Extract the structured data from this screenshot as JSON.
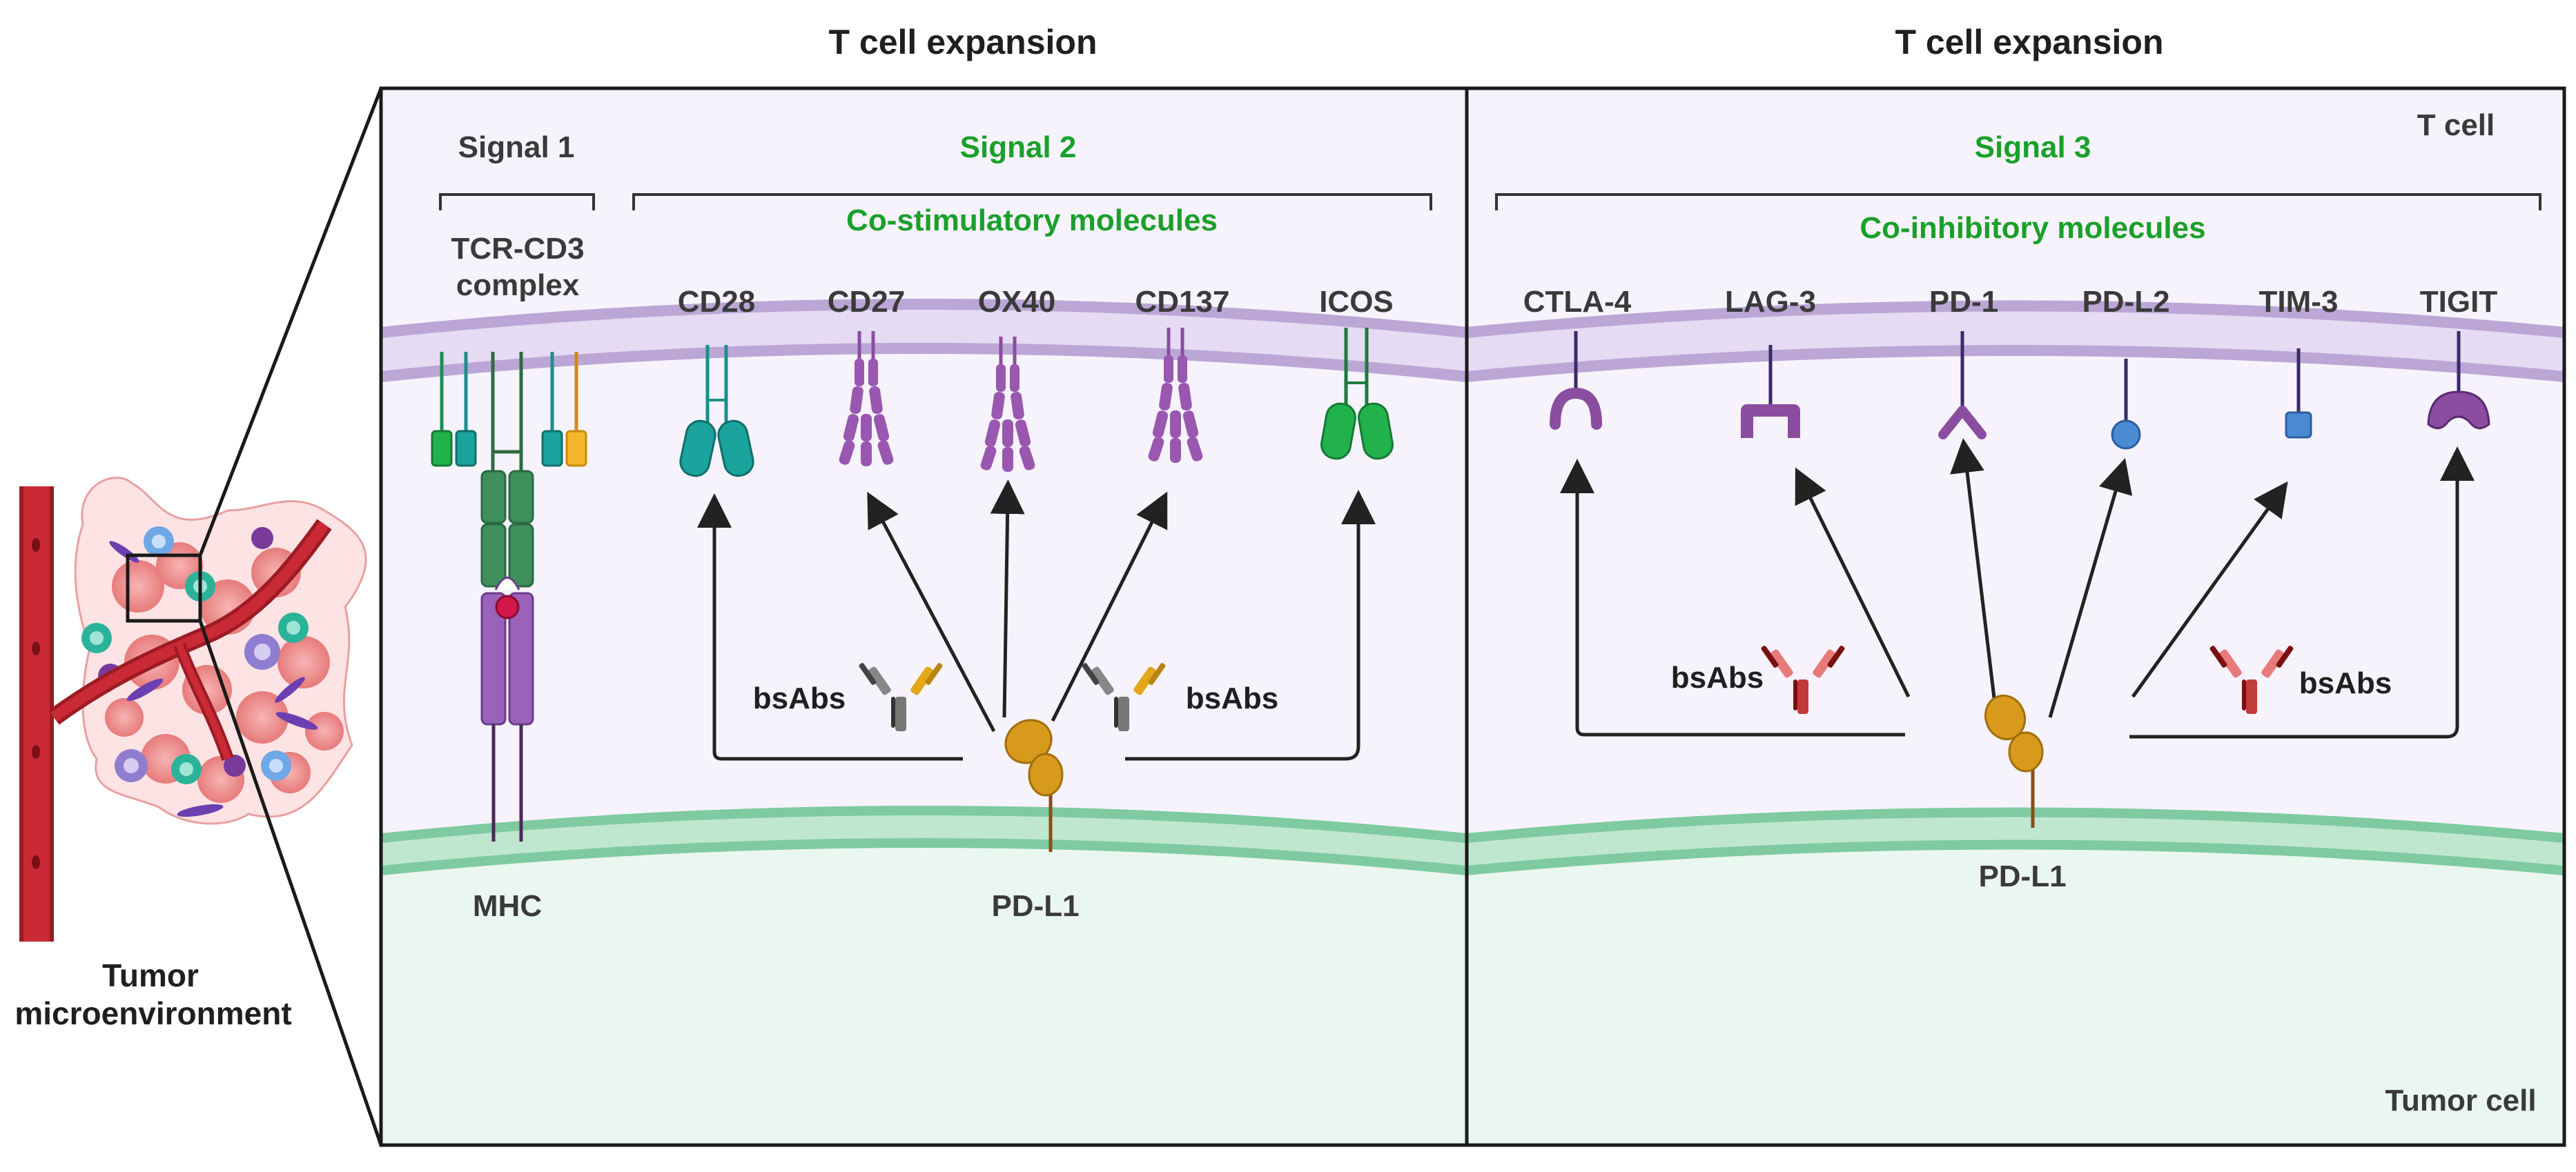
{
  "titles": {
    "left": "T cell expansion",
    "right": "T cell expansion"
  },
  "tumor": {
    "label_line1": "Tumor",
    "label_line2": "microenvironment"
  },
  "left_panel": {
    "signal1": "Signal 1",
    "signal2": "Signal 2",
    "complex_line1": "TCR-CD3",
    "complex_line2": "complex",
    "costim_label": "Co-stimulatory molecules",
    "receptors": [
      "CD28",
      "CD27",
      "OX40",
      "CD137",
      "ICOS"
    ],
    "mhc": "MHC",
    "pdl1": "PD-L1",
    "bsabs_left": "bsAbs",
    "bsabs_right": "bsAbs"
  },
  "right_panel": {
    "signal3": "Signal 3",
    "coinhib_label": "Co-inhibitory molecules",
    "receptors": [
      "CTLA-4",
      "LAG-3",
      "PD-1",
      "PD-L2",
      "TIM-3",
      "TIGIT"
    ],
    "pdl1": "PD-L1",
    "bsabs_left": "bsAbs",
    "bsabs_right": "bsAbs",
    "tcell": "T cell",
    "tumor_cell": "Tumor cell"
  },
  "colors": {
    "tcell_bg": "#f6f3fc",
    "tumor_bg": "#eaf6f0",
    "membrane_t": "#bba6d6",
    "membrane_tumor": "#7fcaa0",
    "green_text": "#1aa02a",
    "purple": "#8a4da0",
    "teal": "#1b8f8c",
    "pdl1_gold": "#d89a1d"
  }
}
